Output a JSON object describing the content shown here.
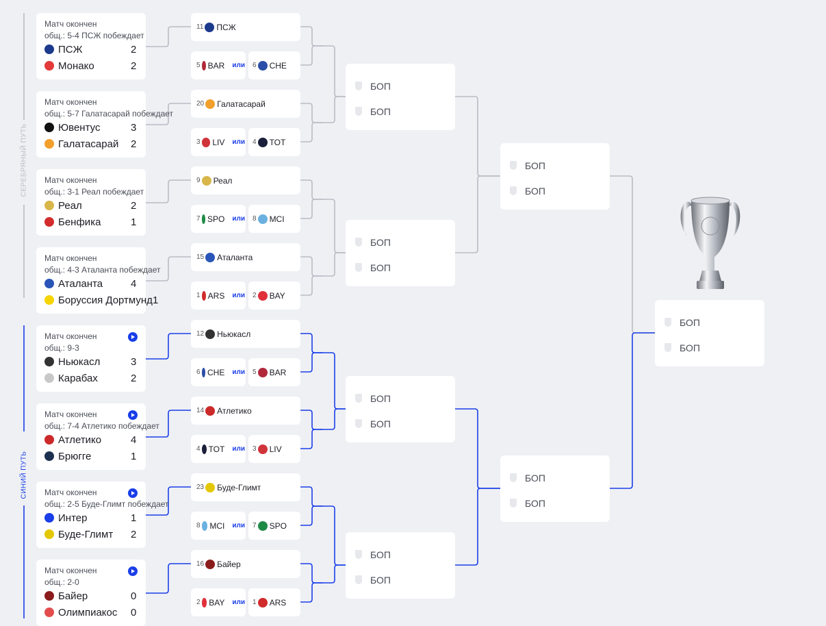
{
  "paths": {
    "silver": {
      "label": "СЕРЕБРЯНЫЙ ПУТЬ",
      "color": "#b9bcc4"
    },
    "blue": {
      "label": "СИНИЙ ПУТЬ",
      "color": "#1a3ee8"
    }
  },
  "round1": [
    {
      "status": "Матч окончен",
      "agg": "общ.: 5-4 ПСЖ побеждает",
      "play": false,
      "home": {
        "name": "ПСЖ",
        "score": "2",
        "logo": "psg-logo",
        "color": "#1b3a8c"
      },
      "away": {
        "name": "Монако",
        "score": "2",
        "logo": "monaco-logo",
        "color": "#e43a3a"
      }
    },
    {
      "status": "Матч окончен",
      "agg": "общ.: 5-7 Галатасарай побеждает",
      "play": false,
      "home": {
        "name": "Ювентус",
        "score": "3",
        "logo": "juventus-logo",
        "color": "#111111"
      },
      "away": {
        "name": "Галатасарай",
        "score": "2",
        "logo": "galatasaray-logo",
        "color": "#f2a02b"
      }
    },
    {
      "status": "Матч окончен",
      "agg": "общ.: 3-1 Реал побеждает",
      "play": false,
      "home": {
        "name": "Реал",
        "score": "2",
        "logo": "real-logo",
        "color": "#d9b64a"
      },
      "away": {
        "name": "Бенфика",
        "score": "1",
        "logo": "benfica-logo",
        "color": "#d22c2c"
      }
    },
    {
      "status": "Матч окончен",
      "agg": "общ.: 4-3 Аталанта побеждает",
      "play": false,
      "home": {
        "name": "Аталанта",
        "score": "4",
        "logo": "atalanta-logo",
        "color": "#2a55b8"
      },
      "away": {
        "name": "Боруссия Дортмунд",
        "score": "1",
        "logo": "dortmund-logo",
        "color": "#f5d400"
      }
    },
    {
      "status": "Матч окончен",
      "agg": "общ.: 9-3",
      "play": true,
      "home": {
        "name": "Ньюкасл",
        "score": "3",
        "logo": "newcastle-logo",
        "color": "#333333"
      },
      "away": {
        "name": "Карабах",
        "score": "2",
        "logo": "qarabag-logo",
        "color": "#c8c8c8"
      }
    },
    {
      "status": "Матч окончен",
      "agg": "общ.: 7-4 Атлетико побеждает",
      "play": true,
      "home": {
        "name": "Атлетико",
        "score": "4",
        "logo": "atletico-logo",
        "color": "#cc2a2a"
      },
      "away": {
        "name": "Брюгге",
        "score": "1",
        "logo": "brugge-logo",
        "color": "#1d3050"
      }
    },
    {
      "status": "Матч окончен",
      "agg": "общ.: 2-5 Буде-Глимт побеждает",
      "play": true,
      "home": {
        "name": "Интер",
        "score": "1",
        "logo": "inter-logo",
        "color": "#1a3ee8"
      },
      "away": {
        "name": "Буде-Глимт",
        "score": "2",
        "logo": "bodo-glimt-logo",
        "color": "#e3c800"
      }
    },
    {
      "status": "Матч окончен",
      "agg": "общ.: 2-0",
      "play": true,
      "home": {
        "name": "Байер",
        "score": "0",
        "logo": "bayer-logo",
        "color": "#8a1c1c"
      },
      "away": {
        "name": "Олимпиакос",
        "score": "0",
        "logo": "olympiacos-logo",
        "color": "#e34d4d"
      }
    }
  ],
  "round2": [
    {
      "type": "single",
      "seed": "11",
      "name": "ПСЖ",
      "logo": "psg-logo",
      "color": "#1b3a8c"
    },
    {
      "type": "pair",
      "a": {
        "seed": "5",
        "name": "BAR",
        "logo": "barcelona-logo",
        "color": "#b0283a"
      },
      "or": "или",
      "b": {
        "seed": "6",
        "name": "CHE",
        "logo": "chelsea-logo",
        "color": "#2b4ea8"
      }
    },
    {
      "type": "single",
      "seed": "20",
      "name": "Галатасарай",
      "logo": "galatasaray-logo",
      "color": "#f2a02b"
    },
    {
      "type": "pair",
      "a": {
        "seed": "3",
        "name": "LIV",
        "logo": "liverpool-logo",
        "color": "#d0343a"
      },
      "or": "или",
      "b": {
        "seed": "4",
        "name": "TOT",
        "logo": "tottenham-logo",
        "color": "#1a1f3a"
      }
    },
    {
      "type": "single",
      "seed": "9",
      "name": "Реал",
      "logo": "real-logo",
      "color": "#d9b64a"
    },
    {
      "type": "pair",
      "a": {
        "seed": "7",
        "name": "SPO",
        "logo": "sporting-logo",
        "color": "#1f8a46"
      },
      "or": "или",
      "b": {
        "seed": "8",
        "name": "MCI",
        "logo": "mancity-logo",
        "color": "#6ab0e0"
      }
    },
    {
      "type": "single",
      "seed": "15",
      "name": "Аталанта",
      "logo": "atalanta-logo",
      "color": "#2a55b8"
    },
    {
      "type": "pair",
      "a": {
        "seed": "1",
        "name": "ARS",
        "logo": "arsenal-logo",
        "color": "#d02b2b"
      },
      "or": "или",
      "b": {
        "seed": "2",
        "name": "BAY",
        "logo": "bayern-logo",
        "color": "#e0303a"
      }
    },
    {
      "type": "single",
      "seed": "12",
      "name": "Ньюкасл",
      "logo": "newcastle-logo",
      "color": "#333333"
    },
    {
      "type": "pair",
      "a": {
        "seed": "6",
        "name": "CHE",
        "logo": "chelsea-logo",
        "color": "#2b4ea8"
      },
      "or": "или",
      "b": {
        "seed": "5",
        "name": "BAR",
        "logo": "barcelona-logo",
        "color": "#b0283a"
      }
    },
    {
      "type": "single",
      "seed": "14",
      "name": "Атлетико",
      "logo": "atletico-logo",
      "color": "#cc2a2a"
    },
    {
      "type": "pair",
      "a": {
        "seed": "4",
        "name": "TOT",
        "logo": "tottenham-logo",
        "color": "#1a1f3a"
      },
      "or": "или",
      "b": {
        "seed": "3",
        "name": "LIV",
        "logo": "liverpool-logo",
        "color": "#d0343a"
      }
    },
    {
      "type": "single",
      "seed": "23",
      "name": "Буде-Глимт",
      "logo": "bodo-glimt-logo",
      "color": "#e3c800"
    },
    {
      "type": "pair",
      "a": {
        "seed": "8",
        "name": "MCI",
        "logo": "mancity-logo",
        "color": "#6ab0e0"
      },
      "or": "или",
      "b": {
        "seed": "7",
        "name": "SPO",
        "logo": "sporting-logo",
        "color": "#1f8a46"
      }
    },
    {
      "type": "single",
      "seed": "16",
      "name": "Байер",
      "logo": "bayer-logo",
      "color": "#8a1c1c"
    },
    {
      "type": "pair",
      "a": {
        "seed": "2",
        "name": "BAY",
        "logo": "bayern-logo",
        "color": "#e0303a"
      },
      "or": "или",
      "b": {
        "seed": "1",
        "name": "ARS",
        "logo": "arsenal-logo",
        "color": "#d02b2b"
      }
    }
  ],
  "tbd_label": "БОП",
  "trophy": "champions-league-trophy-icon"
}
